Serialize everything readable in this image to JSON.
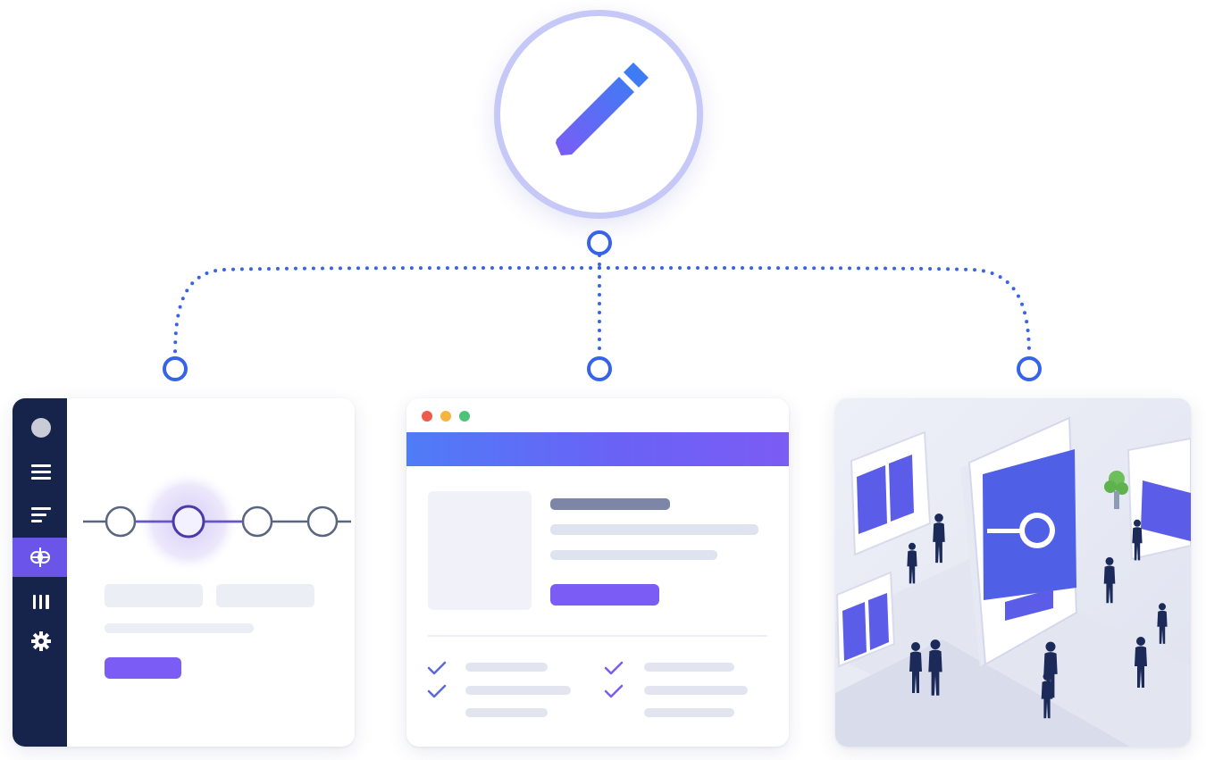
{
  "colors": {
    "accent": "#7b5cf5",
    "accent_blue": "#4f7cf7",
    "connector": "#3763e8",
    "hub_ring": "#c6c9f7",
    "sidebar_dark": "#16234a",
    "skeleton": "#e4e7f2",
    "skeleton_dark": "#7e86a8",
    "window_red": "#ee5a4c",
    "window_yellow": "#f5b53c",
    "window_green": "#4ec27a"
  },
  "icons": {
    "hub": "pencil-icon",
    "sidebar": [
      "avatar-circle",
      "menu-icon",
      "list-icon",
      "workflow-icon",
      "columns-icon",
      "gear-icon"
    ],
    "checks": "check-icon",
    "kiosk": "search-icon"
  },
  "stepper": {
    "steps": 4,
    "active_step": 2
  },
  "sidebar": {
    "active_index": 3
  }
}
